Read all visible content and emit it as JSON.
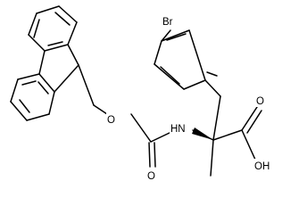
{
  "atom_labels": {
    "br": "Br",
    "o_ether": "O",
    "nh": "HN",
    "o_carbonyl_carbamate": "O",
    "o_carbonyl_acid": "O",
    "oh": "OH"
  }
}
